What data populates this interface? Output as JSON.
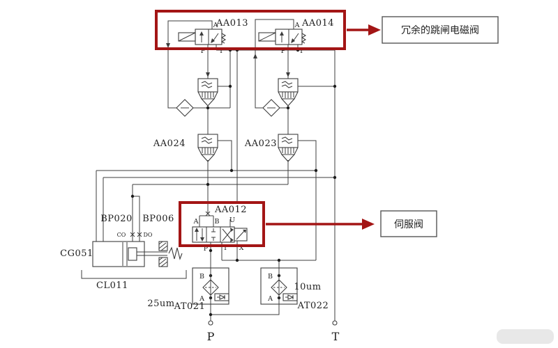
{
  "diagram_title": "hydraulic trip and servo valve schematic",
  "colors": {
    "annotation_red": "#a31515",
    "line": "#3c3c3c",
    "label_border": "#555555",
    "background": "#ffffff"
  },
  "annotations": {
    "trip_solenoid": "冗余的跳闸电磁阀",
    "servo": "伺服阀"
  },
  "components": {
    "aa013": "AA013",
    "aa014": "AA014",
    "aa024": "AA024",
    "aa023": "AA023",
    "aa012": "AA012",
    "bp020": "BP020",
    "bp006": "BP006",
    "cg051": "CG051",
    "cl011": "CL011",
    "at021": "AT021",
    "at022": "AT022",
    "at021_rating": "25um",
    "at022_rating": "10um"
  },
  "ports": {
    "a": "A",
    "b": "B",
    "p": "P",
    "t": "T",
    "u": "U",
    "x": "X",
    "co": "CO",
    "do": "DO"
  },
  "supply": {
    "pressure": "P",
    "tank": "T"
  }
}
